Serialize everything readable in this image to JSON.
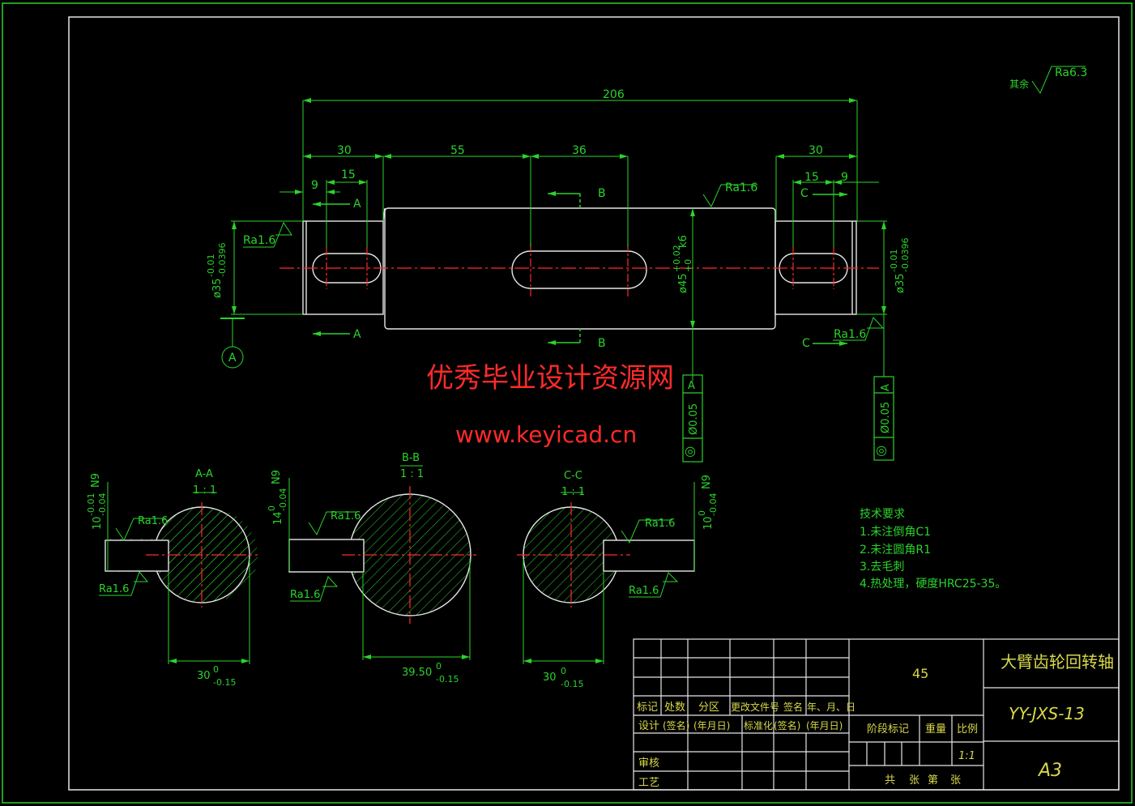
{
  "colors": {
    "background": "#000000",
    "outline": "#e6e6e6",
    "dimension": "#2bd32b",
    "centerline": "#ff2a2a",
    "hatch": "#2bd32b",
    "title_text": "#d8d84a",
    "watermark": "#ff2a2a"
  },
  "main_view": {
    "dims": {
      "overall": "206",
      "left_len": "30",
      "left_slot_offset": "9",
      "left_slot_len": "15",
      "mid_len": "55",
      "mid_key_len": "36",
      "right_len": "30",
      "right_slot_len": "15",
      "right_slot_offset": "9",
      "left_dia": "ø35",
      "left_dia_tol_upper": "-0.01",
      "left_dia_tol_lower": "-0.0396",
      "mid_dia": "ø45",
      "mid_dia_tol_upper": "+0.02",
      "mid_dia_tol_lower": "+0",
      "mid_dia_fit": "k6",
      "right_dia": "ø35",
      "right_dia_tol_upper": "-0.01",
      "right_dia_tol_lower": "-0.0396"
    },
    "roughness": {
      "left": "Ra1.6",
      "mid": "Ra1.6",
      "right": "Ra1.6",
      "other_prefix": "其余",
      "other": "Ra6.3"
    },
    "section_marks": {
      "a": "A",
      "b": "B",
      "c": "C"
    },
    "datum": "A",
    "tolerance_frames": {
      "mid": {
        "symbol": "◎",
        "value": "Ø0.05",
        "datum": "A"
      },
      "right": {
        "symbol": "◎",
        "value": "Ø0.05",
        "datum": "A"
      }
    }
  },
  "sections": [
    {
      "title": "A-A",
      "scale": "1 : 1",
      "key_width": "10",
      "key_tol_upper": "-0.01",
      "key_tol_lower": "-0.04",
      "key_fit": "N9",
      "depth": "30",
      "depth_tol_upper": "0",
      "depth_tol_lower": "-0.15",
      "ra_top": "Ra1.6",
      "ra_bottom": "Ra1.6"
    },
    {
      "title": "B-B",
      "scale": "1 : 1",
      "key_width": "14",
      "key_tol_upper": "0",
      "key_tol_lower": "-0.04",
      "key_fit": "N9",
      "depth": "39.50",
      "depth_tol_upper": "0",
      "depth_tol_lower": "-0.15",
      "ra_top": "Ra1.6",
      "ra_bottom": "Ra1.6"
    },
    {
      "title": "C-C",
      "scale": "1 : 1",
      "key_width": "10",
      "key_tol_upper": "0",
      "key_tol_lower": "-0.04",
      "key_fit": "N9",
      "depth": "30",
      "depth_tol_upper": "0",
      "depth_tol_lower": "-0.15",
      "ra_top": "Ra1.6",
      "ra_bottom": "Ra1.6"
    }
  ],
  "technical_requirements": {
    "title": "技术要求",
    "items": [
      "1.未注倒角C1",
      "2.未注圆角R1",
      "3.去毛刺",
      "4.热处理，硬度HRC25-35。"
    ]
  },
  "watermark": {
    "line1": "优秀毕业设计资源网",
    "line2": "www.keyicad.cn"
  },
  "title_block": {
    "material": "45",
    "part_name": "大臂齿轮回转轴",
    "drawing_no": "YY-JXS-13",
    "sheet_size": "A3",
    "scale": "1:1",
    "headers": {
      "mark": "标记",
      "count": "处数",
      "zone": "分区",
      "change_doc": "更改文件号",
      "sign": "签名",
      "date": "年、月、日"
    },
    "row_design": {
      "design": "设计",
      "sign": "(签名)",
      "date": "(年月日)",
      "standard": "标准化",
      "std_sign": "(签名)",
      "std_date": "(年月日)"
    },
    "stage_mark": "阶段标记",
    "weight": "重量",
    "ratio": "比例",
    "review": "审核",
    "process": "工艺",
    "sheets_total": "共",
    "sheets_unit1": "张",
    "sheet_no": "第",
    "sheets_unit2": "张"
  }
}
